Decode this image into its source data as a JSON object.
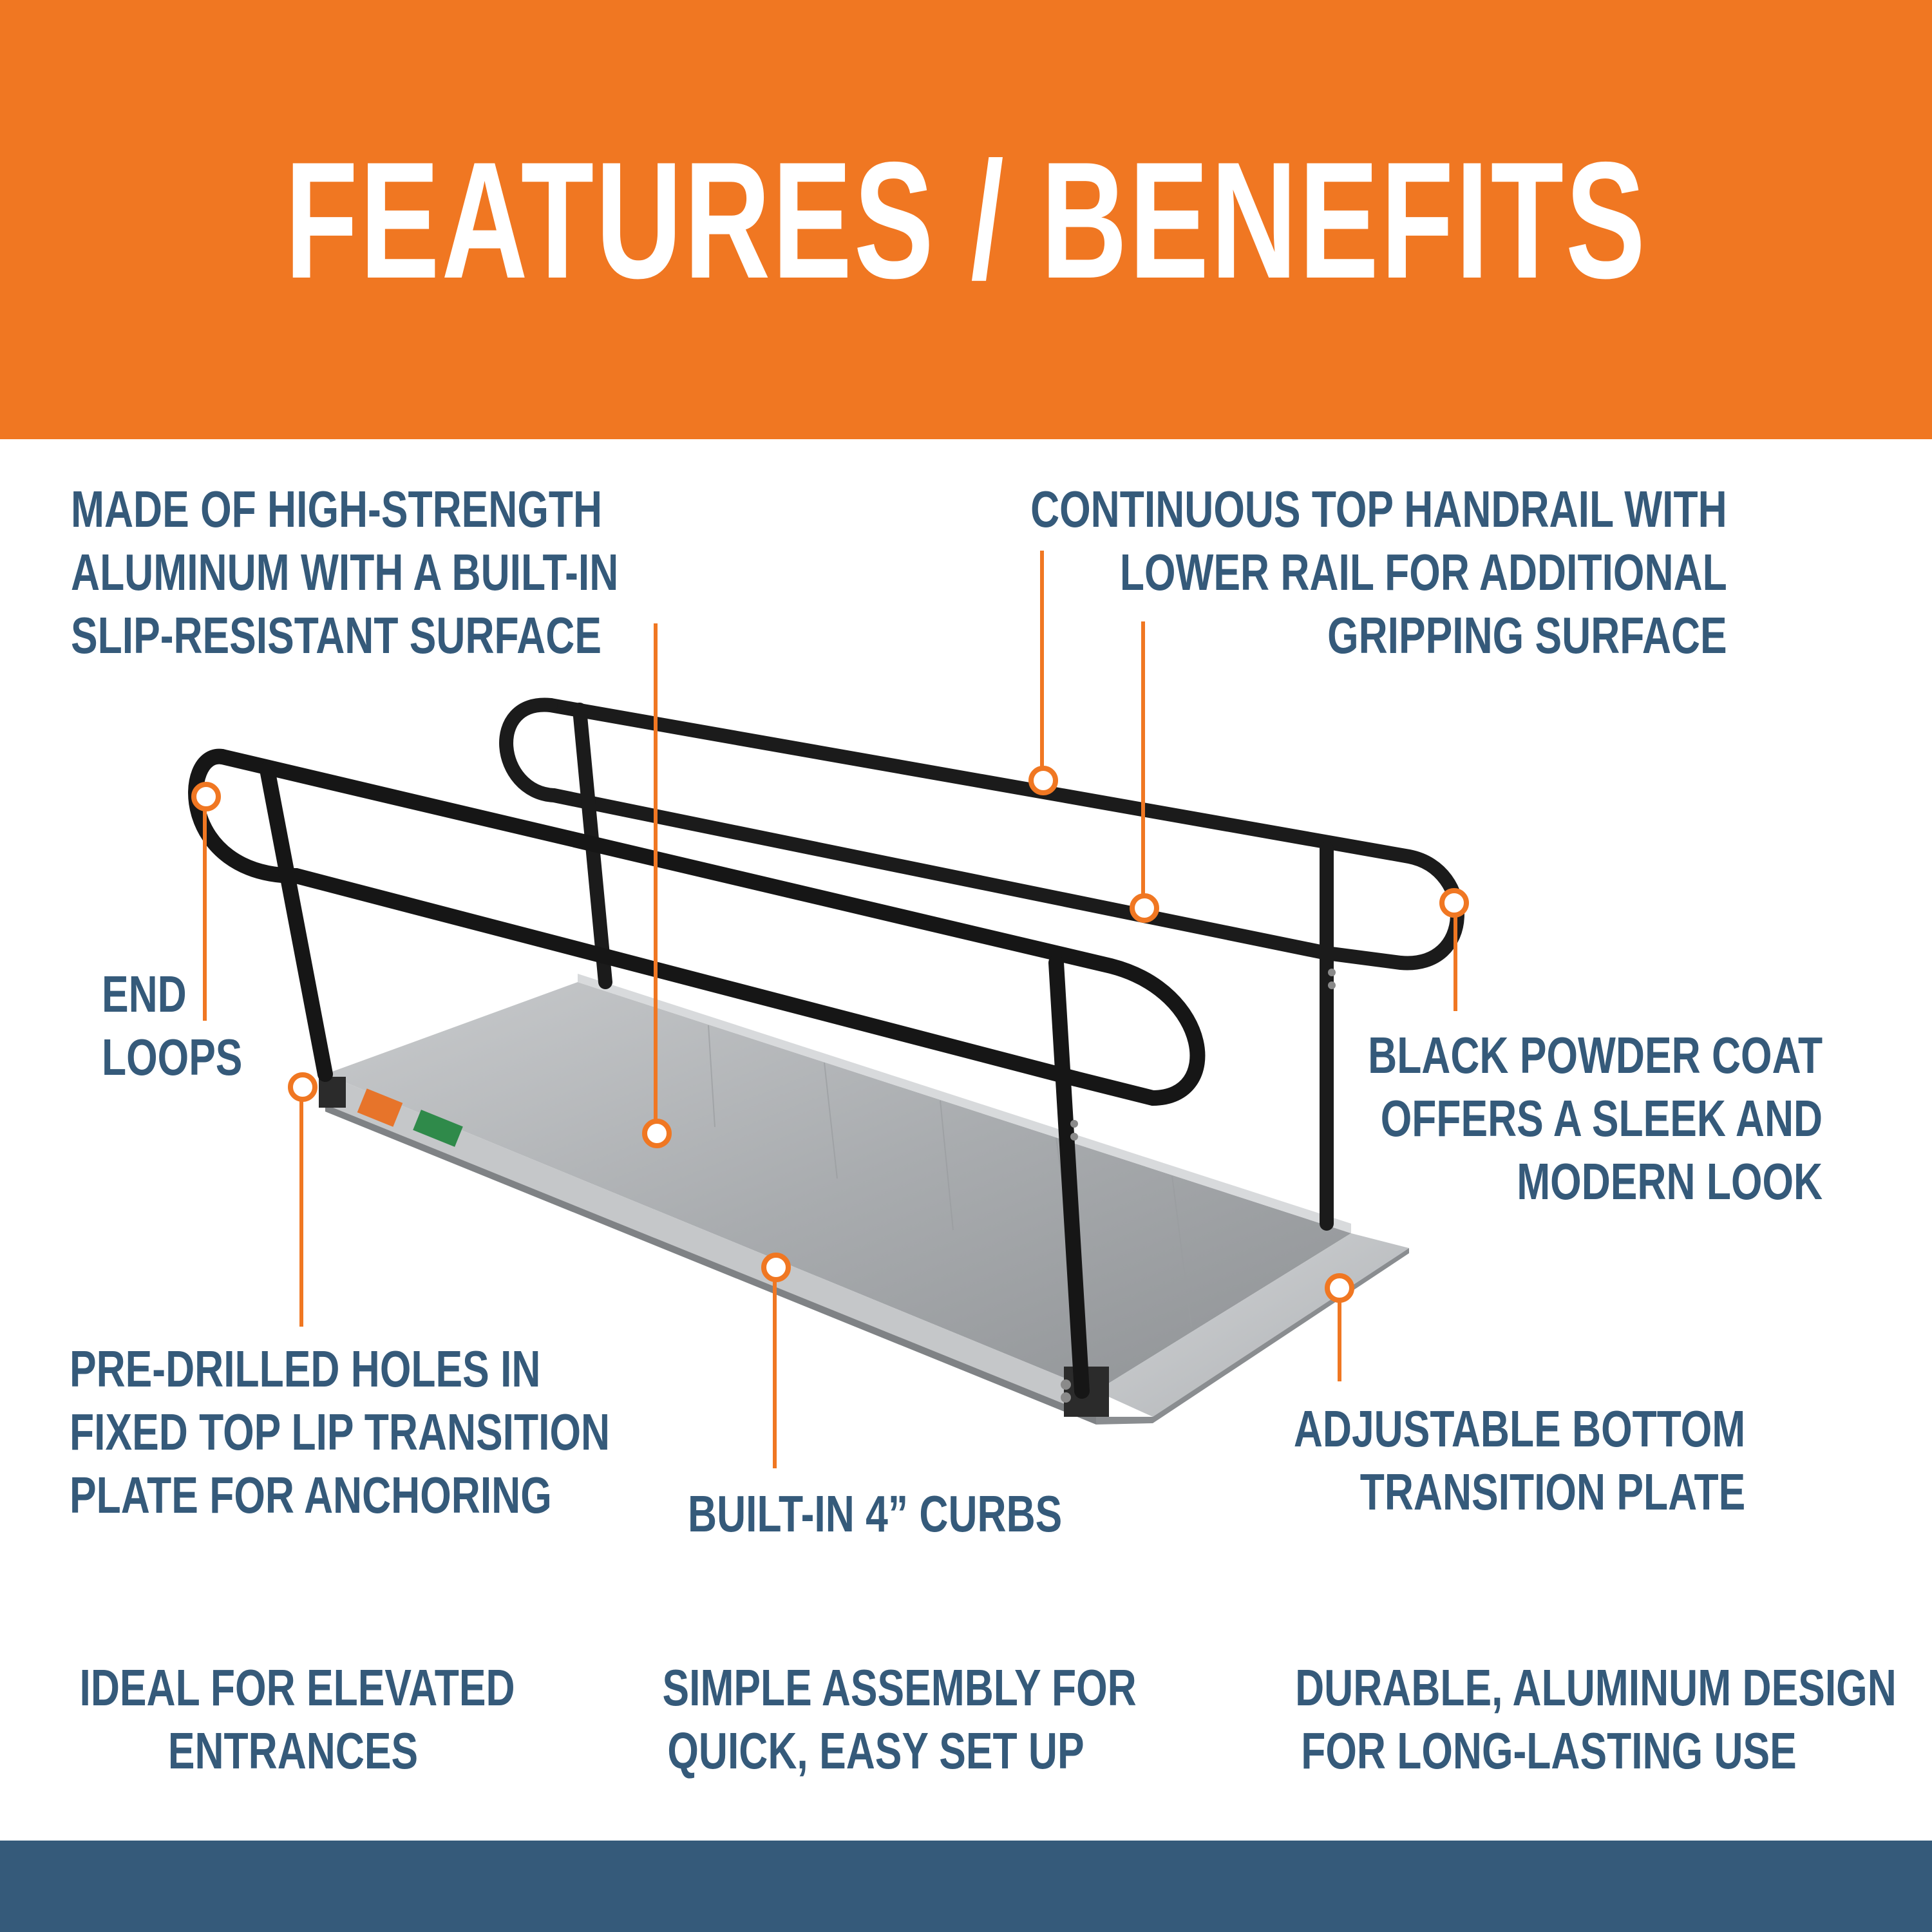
{
  "header": {
    "title": "FEATURES / BENEFITS"
  },
  "callouts": {
    "aluminum": [
      "MADE OF HIGH-STRENGTH",
      "ALUMINUM WITH A BUILT-IN",
      "SLIP-RESISTANT SURFACE"
    ],
    "handrail": [
      "CONTINUOUS TOP HANDRAIL WITH",
      "LOWER RAIL FOR ADDITIONAL",
      "GRIPPING SURFACE"
    ],
    "end_loops": [
      "END",
      "LOOPS"
    ],
    "powder_coat": [
      "BLACK POWDER COAT",
      "OFFERS A SLEEK AND",
      "MODERN LOOK"
    ],
    "pre_drilled": [
      "PRE-DRILLED HOLES IN",
      "FIXED TOP LIP TRANSITION",
      "PLATE FOR ANCHORING"
    ],
    "curbs": [
      "BUILT-IN 4” CURBS"
    ],
    "bottom_plate": [
      "ADJUSTABLE BOTTOM",
      "TRANSITION PLATE"
    ]
  },
  "benefits": {
    "elevated": [
      "IDEAL FOR ELEVATED",
      "ENTRANCES"
    ],
    "assembly": [
      "SIMPLE ASSEMBLY FOR",
      "QUICK, EASY SET UP"
    ],
    "durable": [
      "DURABLE, ALUMINUM DESIGN",
      "FOR LONG-LASTING USE"
    ]
  },
  "colors": {
    "accent_orange": "#f07722",
    "text_blue": "#355a7a",
    "rail_black": "#1a1a1a",
    "ramp_gray": "#a9acaf"
  }
}
